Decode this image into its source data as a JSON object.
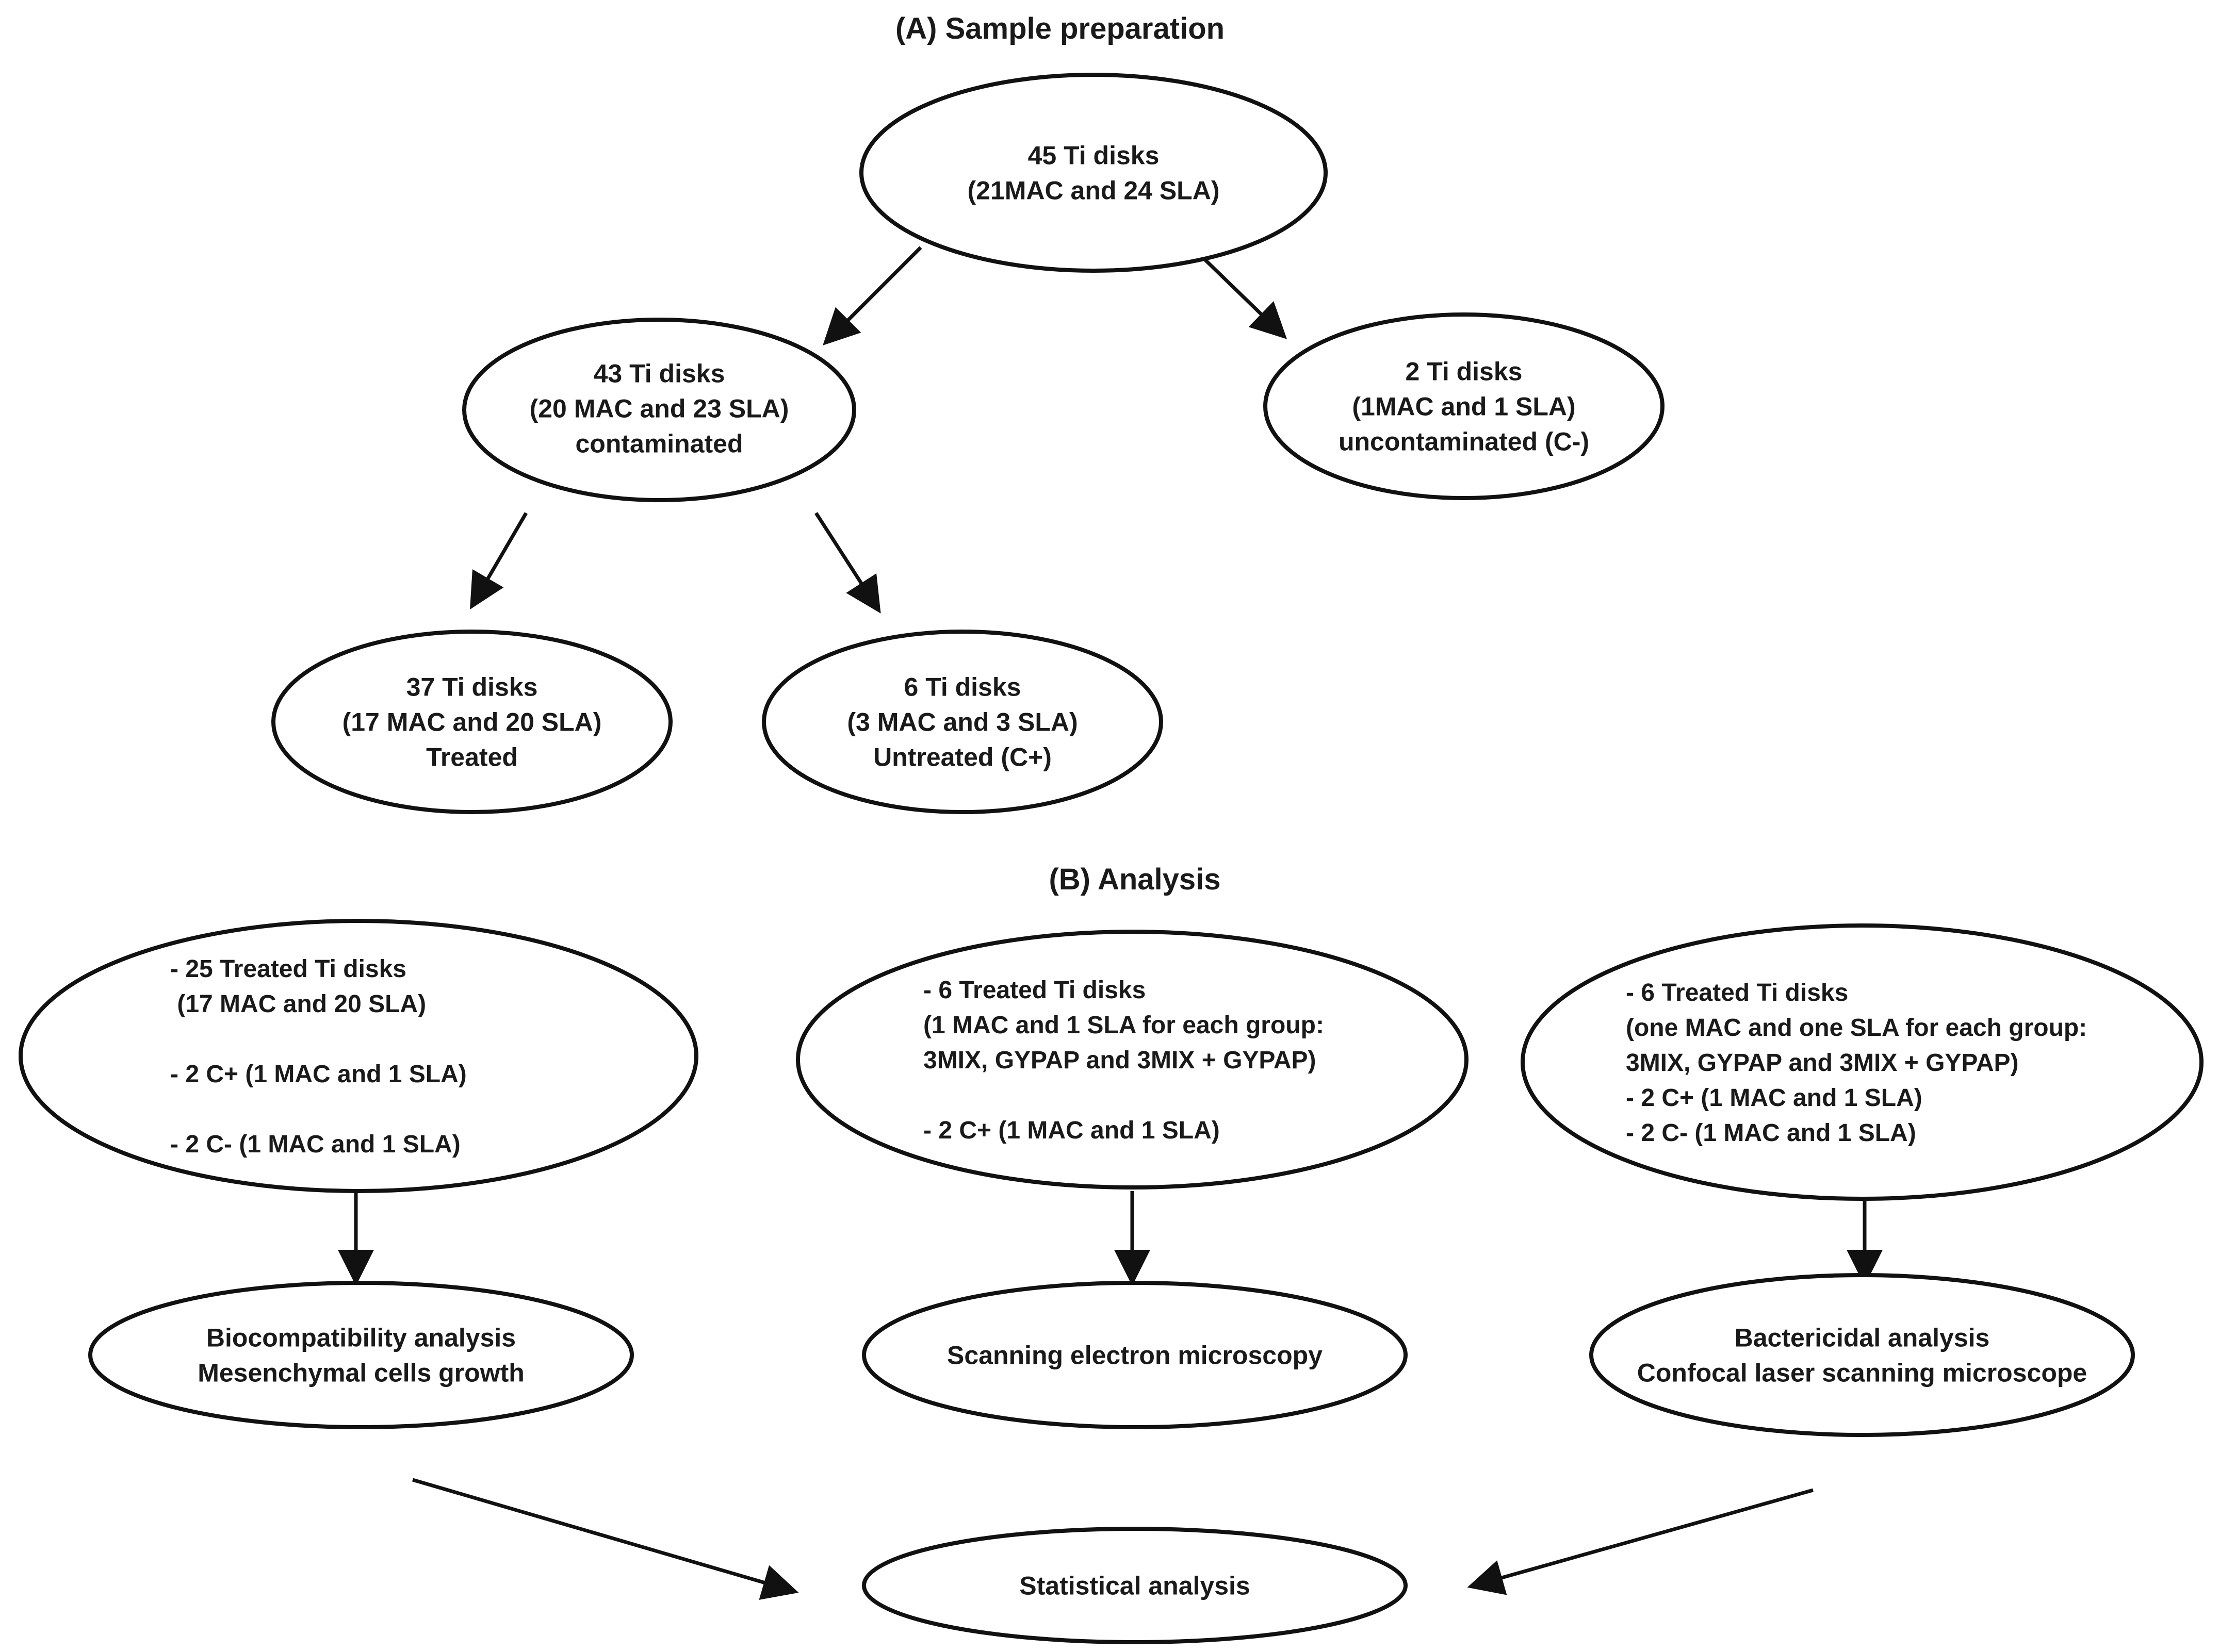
{
  "sections": {
    "a_title": "(A) Sample preparation",
    "b_title": "(B) Analysis"
  },
  "nodes": {
    "all_disks": {
      "lines": [
        "45 Ti disks",
        "(21MAC and 24 SLA)"
      ]
    },
    "contaminated": {
      "lines": [
        "43 Ti disks",
        "(20 MAC and 23 SLA)",
        "contaminated"
      ]
    },
    "uncontaminated": {
      "lines": [
        "2 Ti disks",
        "(1MAC and 1 SLA)",
        "uncontaminated (C-)"
      ]
    },
    "treated": {
      "lines": [
        "37 Ti disks",
        "(17 MAC and 20 SLA)",
        "Treated"
      ]
    },
    "untreated": {
      "lines": [
        "6 Ti disks",
        "(3 MAC and 3 SLA)",
        "Untreated (C+)"
      ]
    },
    "bio_group": {
      "lines": [
        "- 25 Treated Ti disks",
        " (17 MAC and 20 SLA)",
        "",
        "- 2 C+ (1 MAC and 1 SLA)",
        "",
        "- 2 C- (1 MAC and 1 SLA)"
      ]
    },
    "sem_group": {
      "lines": [
        "- 6  Treated Ti disks",
        "(1 MAC and 1 SLA for each group:",
        "3MIX, GYPAP and 3MIX + GYPAP)",
        "",
        "- 2 C+ (1 MAC and 1 SLA)"
      ]
    },
    "bact_group": {
      "lines": [
        "- 6 Treated Ti disks",
        "(one MAC and one SLA for each group:",
        "3MIX, GYPAP and 3MIX + GYPAP)",
        "- 2 C+ (1 MAC and 1 SLA)",
        "- 2 C- (1 MAC and 1 SLA)"
      ]
    },
    "biocompat": {
      "lines": [
        "Biocompatibility analysis",
        "Mesenchymal cells growth"
      ]
    },
    "sem": {
      "lines": [
        "Scanning electron microscopy"
      ]
    },
    "bactericidal": {
      "lines": [
        "Bactericidal analysis",
        "Confocal laser scanning microscope"
      ]
    },
    "stats": {
      "lines": [
        "Statistical analysis"
      ]
    }
  },
  "edges": [
    {
      "from": "all_disks",
      "to": "contaminated"
    },
    {
      "from": "all_disks",
      "to": "uncontaminated"
    },
    {
      "from": "contaminated",
      "to": "treated"
    },
    {
      "from": "contaminated",
      "to": "untreated"
    },
    {
      "from": "bio_group",
      "to": "biocompat"
    },
    {
      "from": "sem_group",
      "to": "sem"
    },
    {
      "from": "bact_group",
      "to": "bactericidal"
    },
    {
      "from": "biocompat",
      "to": "stats"
    },
    {
      "from": "bactericidal",
      "to": "stats"
    }
  ]
}
